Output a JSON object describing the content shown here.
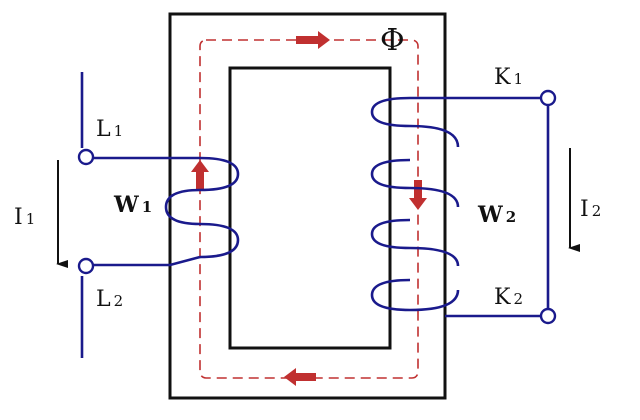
{
  "labels": {
    "flux": "Φ",
    "l1": "L",
    "l1_sub": "1",
    "l2": "L",
    "l2_sub": "2",
    "k1": "K",
    "k1_sub": "1",
    "k2": "K",
    "k2_sub": "2",
    "i1": "I",
    "i1_sub": "1",
    "i2": "I",
    "i2_sub": "2",
    "w1": "W",
    "w1_sub": "1",
    "w2": "W",
    "w2_sub": "2"
  },
  "colors": {
    "core_outline": "#111111",
    "winding": "#1a1a8c",
    "flux_path": "#c03030",
    "arrow": "#111111",
    "background": "#ffffff"
  }
}
